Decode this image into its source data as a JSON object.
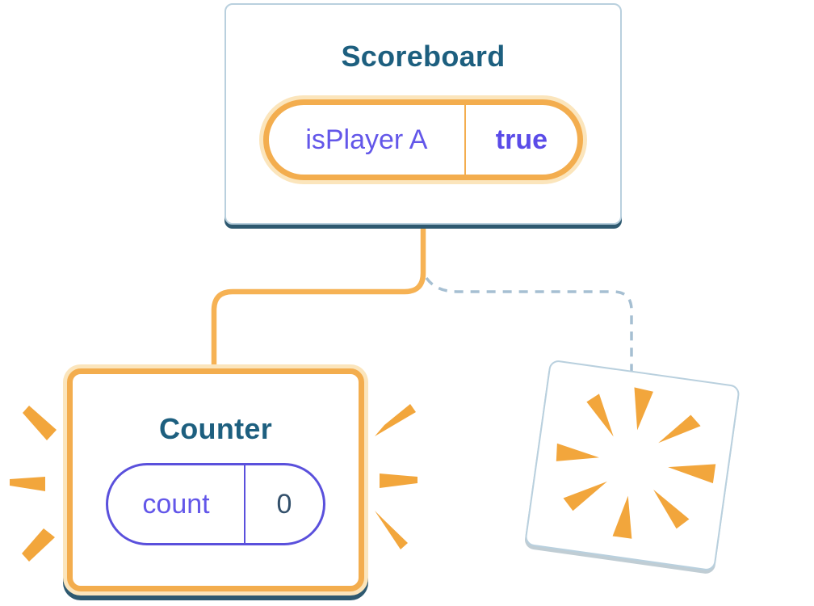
{
  "scoreboard": {
    "title": "Scoreboard",
    "state": {
      "key": "isPlayer A",
      "value": "true"
    }
  },
  "counter": {
    "title": "Counter",
    "state": {
      "key": "count",
      "value": "0"
    }
  },
  "icons": {
    "sparkle": "sparkle-icon",
    "poof": "poof-burst-icon",
    "emphasis": "emphasis-rays"
  },
  "colors": {
    "accent_orange": "#F3AD4E",
    "glow_orange": "#FBE5BC",
    "ray_orange": "#F2A63C",
    "title_blue": "#1D5F7F",
    "state_purple": "#6357E9",
    "pill_purple_border": "#5A50DC",
    "counter_value_dark": "#33506B",
    "card_border_blue": "#B9D0DE",
    "card_shadow_dark": "#2E5970",
    "dashed_line_blue": "#A6BFD2"
  }
}
